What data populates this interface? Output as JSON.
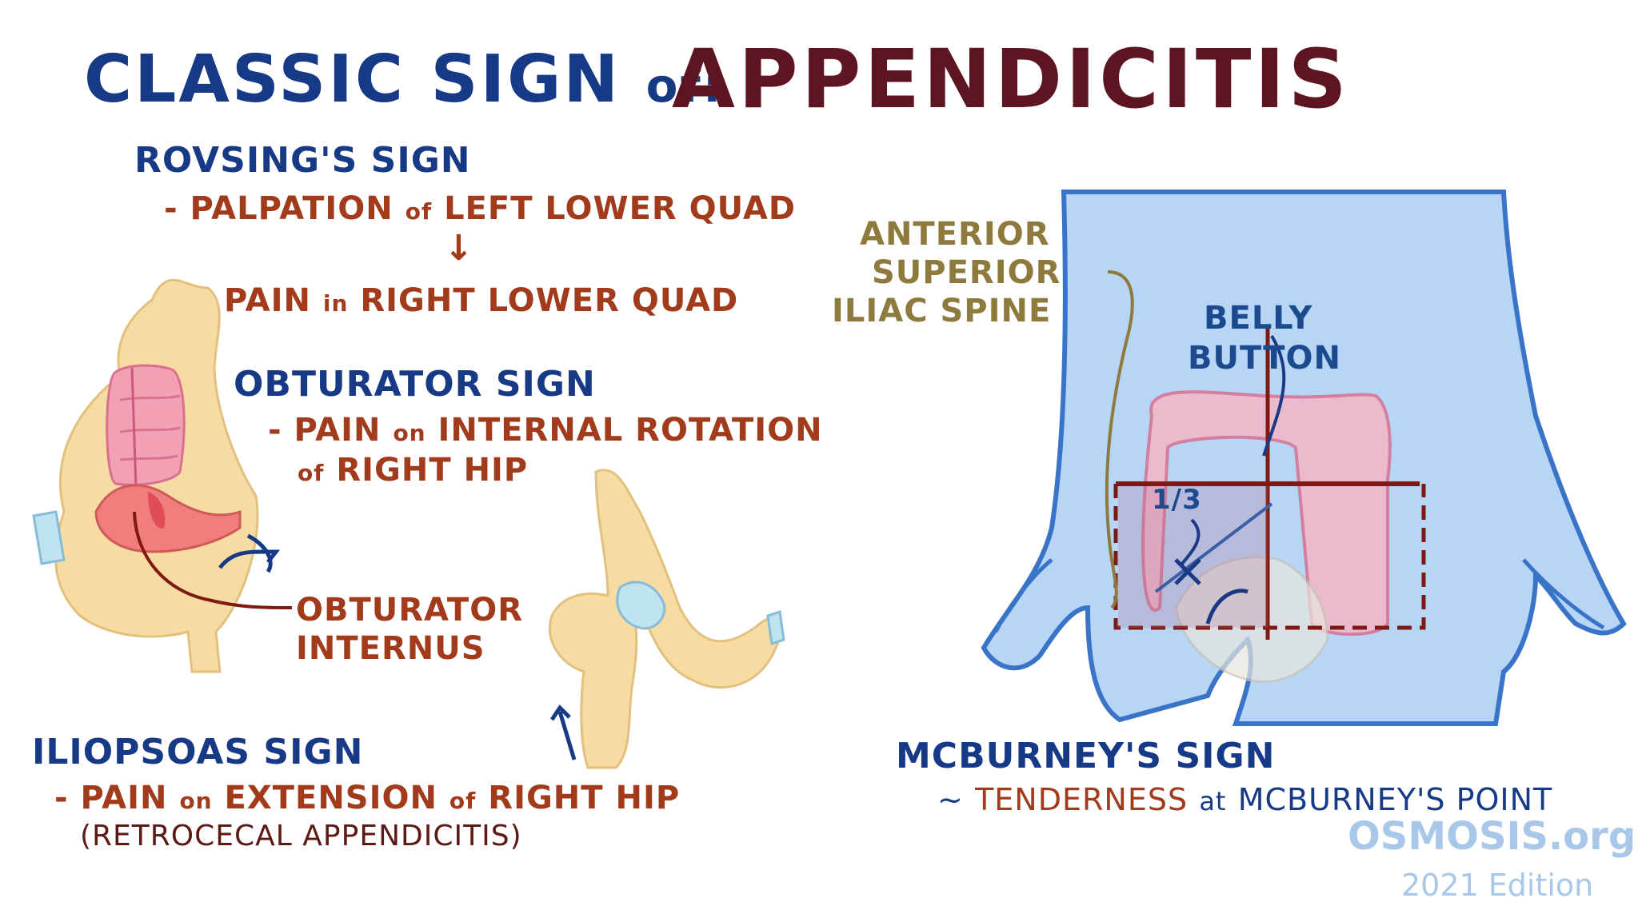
{
  "title": {
    "prefix": "CLASSIC SIGN",
    "connector": "of:",
    "main": "APPENDICITIS"
  },
  "rovsing": {
    "heading": "ROVSING'S SIGN",
    "line1_dash": "- PALPATION",
    "line1_of": "of",
    "line1_rest": "LEFT LOWER QUAD",
    "arrow": "↓",
    "line2_a": "PAIN",
    "line2_in": "in",
    "line2_b": "RIGHT LOWER QUAD"
  },
  "obturator": {
    "heading": "OBTURATOR SIGN",
    "line1_a": "- PAIN",
    "line1_on": "on",
    "line1_b": "INTERNAL ROTATION",
    "line2_of": "of",
    "line2_b": "RIGHT HIP",
    "muscle_label_1": "OBTURATOR",
    "muscle_label_2": "INTERNUS"
  },
  "iliopsoas": {
    "heading": "ILIOPSOAS SIGN",
    "line1_a": "- PAIN",
    "line1_on": "on",
    "line1_b": "EXTENSION",
    "line1_of": "of",
    "line1_c": "RIGHT HIP",
    "line2": "(RETROCECAL APPENDICITIS)"
  },
  "mcburney": {
    "heading": "MCBURNEY'S SIGN",
    "tilde": "~",
    "tenderness": "TENDERNESS",
    "at": "at",
    "point": "MCBURNEY'S POINT"
  },
  "anatomy_labels": {
    "asis_1": "ANTERIOR",
    "asis_2": "SUPERIOR",
    "asis_3": "ILIAC SPINE",
    "belly_1": "BELLY",
    "belly_2": "BUTTON",
    "fraction": "1/3"
  },
  "brand": {
    "name": "OSMOSIS.org",
    "edition": "2021 Edition"
  },
  "colors": {
    "navy": "#173a86",
    "maroon": "#5d1522",
    "rust": "#a23a1c",
    "olive": "#8e7a3d",
    "bone": "#f6dca3",
    "body_blue": "#b7d6f6",
    "colon_pink": "#f2a0b4"
  }
}
